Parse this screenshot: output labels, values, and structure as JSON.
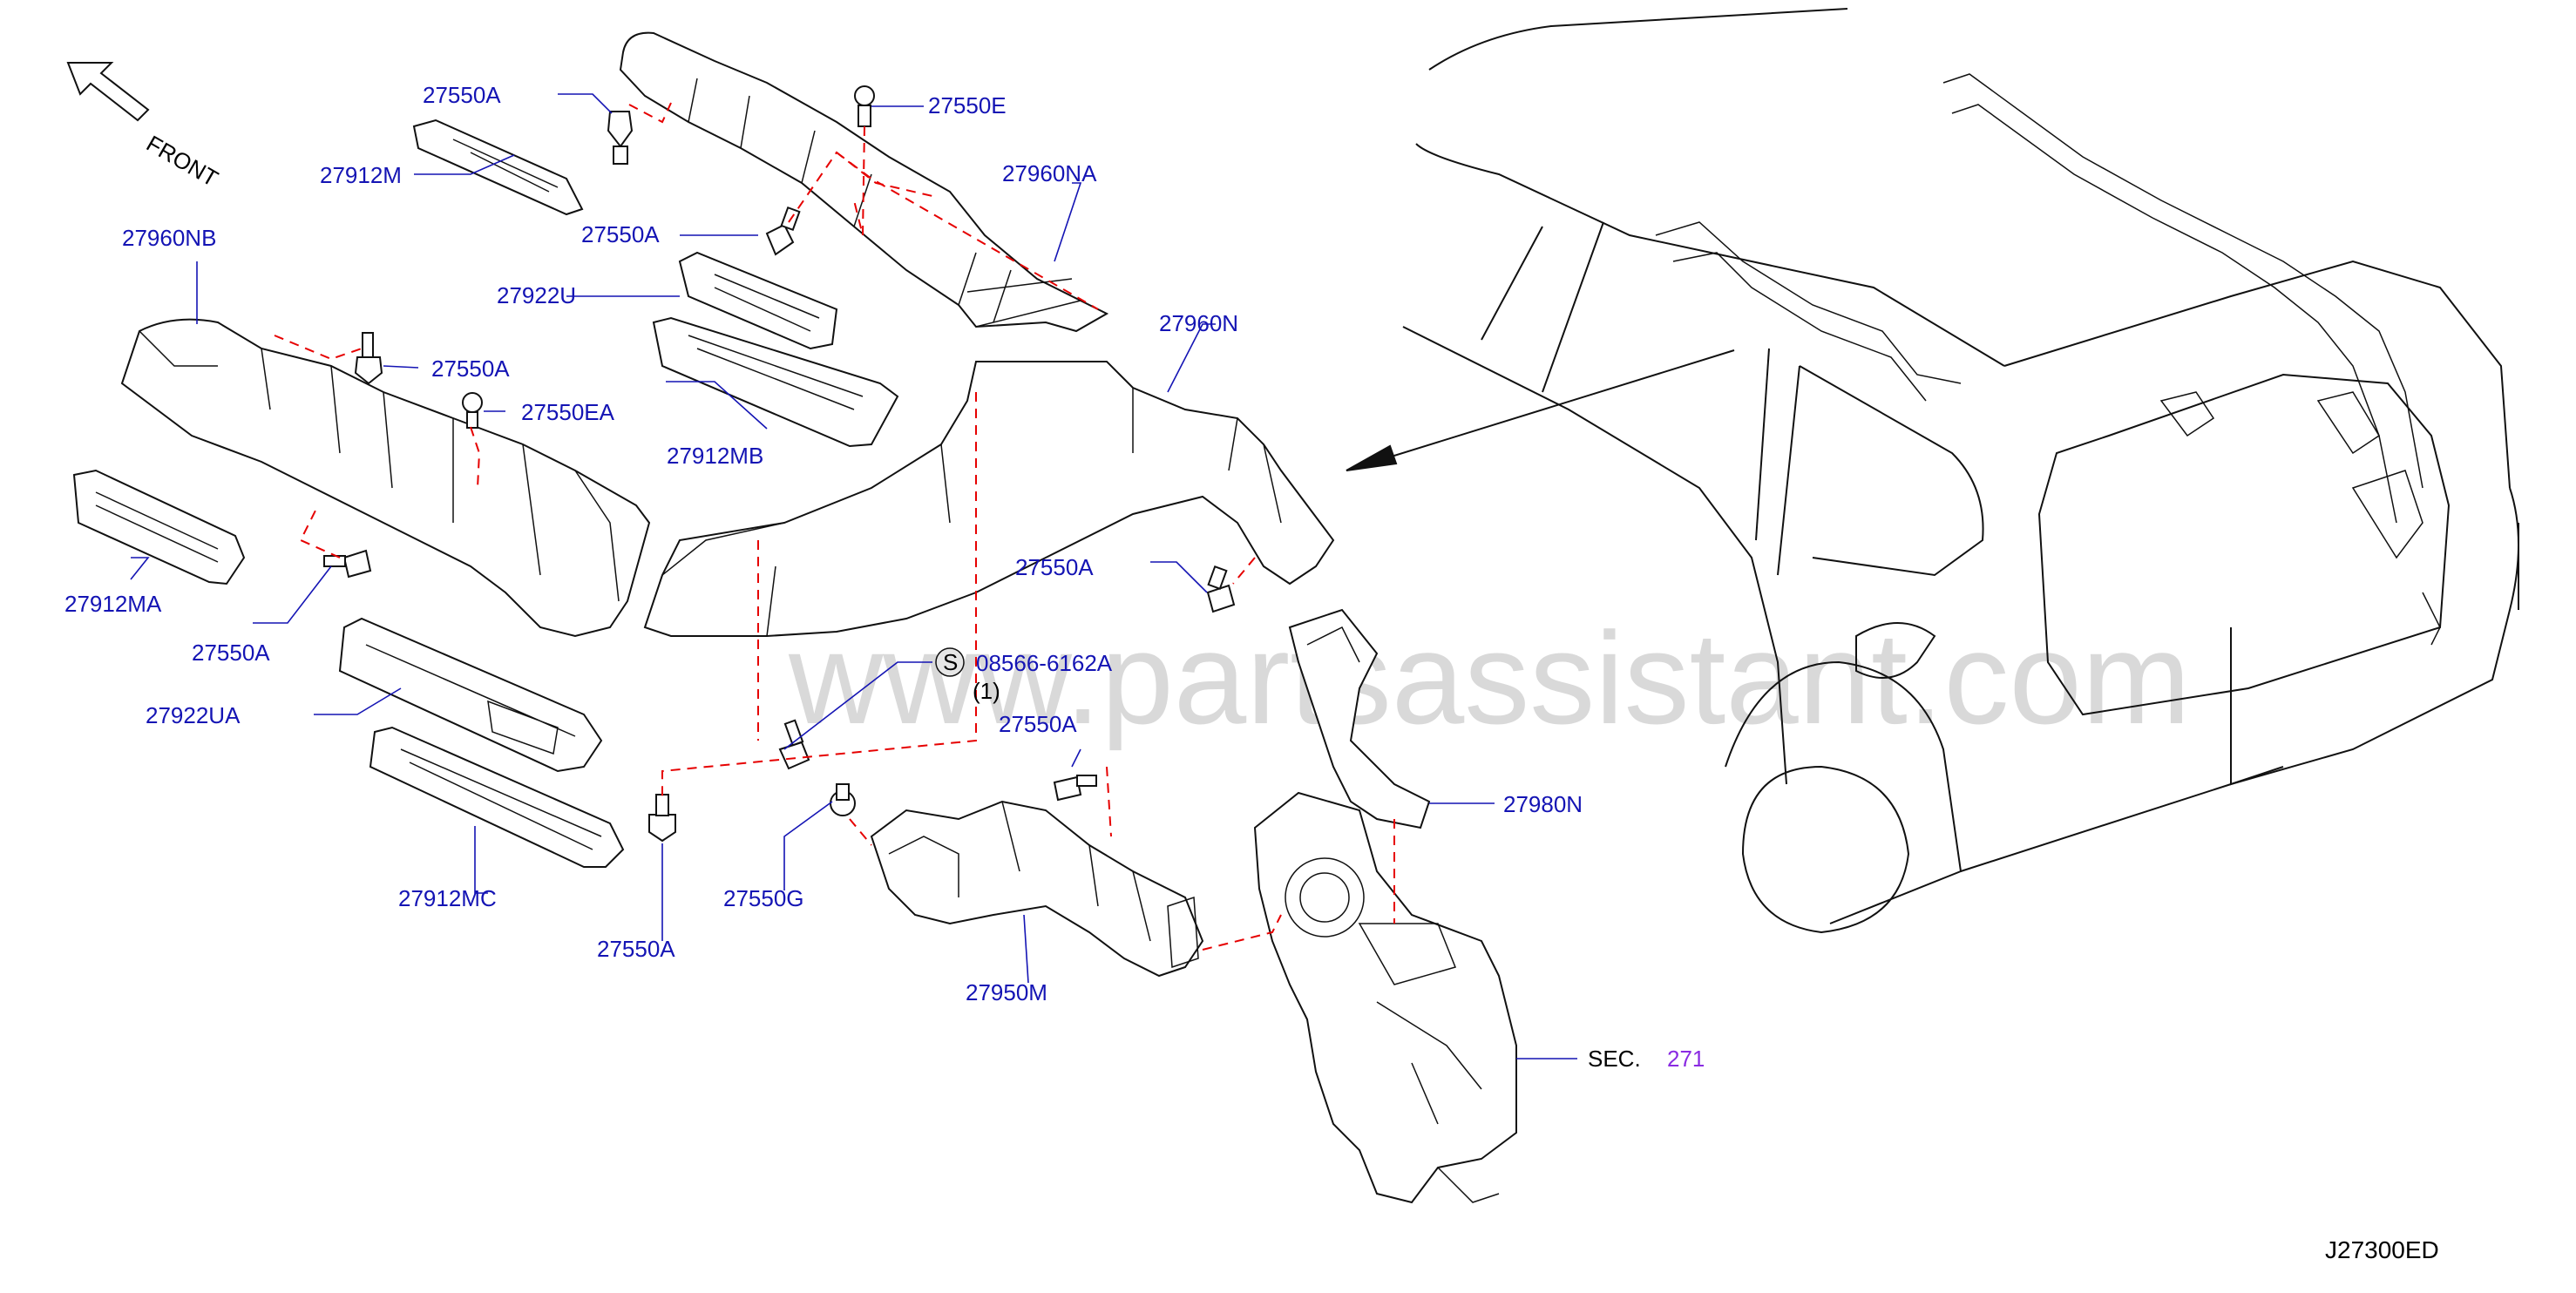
{
  "diagram": {
    "front_label": "FRONT",
    "watermark": "www.partsassistant.com",
    "diagram_code": "J27300ED",
    "sec_label": "SEC.",
    "sec_number": "271",
    "screw_symbol": "S",
    "screw_qty": "(1)",
    "colors": {
      "label": "#1414b4",
      "dash": "#e60000",
      "sec_number": "#8a2be2"
    }
  },
  "labels": {
    "l_27550a_1": "27550A",
    "l_27912m": "27912M",
    "l_27550e": "27550E",
    "l_27960na": "27960NA",
    "l_27550a_2": "27550A",
    "l_27960nb": "27960NB",
    "l_27922u": "27922U",
    "l_27550a_3": "27550A",
    "l_27550ea": "27550EA",
    "l_27912mb": "27912MB",
    "l_27960n": "27960N",
    "l_27912ma": "27912MA",
    "l_27550a_4": "27550A",
    "l_27550a_5": "27550A",
    "l_08566": "08566-6162A",
    "l_27922ua": "27922UA",
    "l_27550a_6": "27550A",
    "l_27980n": "27980N",
    "l_27912mc": "27912MC",
    "l_27550g": "27550G",
    "l_27550a_7": "27550A",
    "l_27950m": "27950M"
  }
}
